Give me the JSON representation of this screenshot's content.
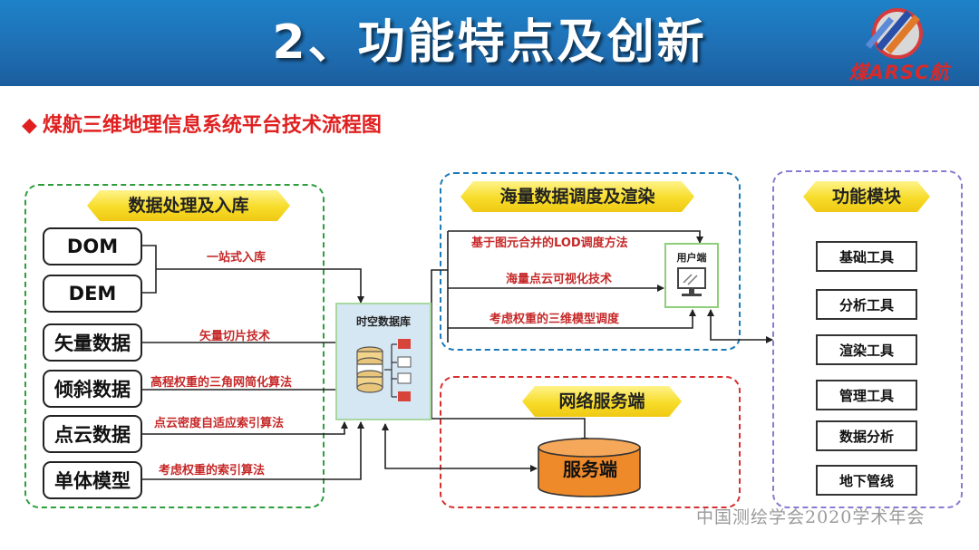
{
  "header": {
    "title": "2、功能特点及创新",
    "logo_text": "煤ARSC航"
  },
  "section": {
    "bullet": "◆",
    "title": "煤航三维地理信息系统平台技术流程图"
  },
  "panels": {
    "data_processing": {
      "title": "数据处理及入库",
      "border_color": "#2e9e3c"
    },
    "scheduling": {
      "title": "海量数据调度及渲染",
      "border_color": "#1d7ab8"
    },
    "network": {
      "title": "网络服务端",
      "border_color": "#d83030"
    },
    "functions": {
      "title": "功能模块",
      "border_color": "#8a7bd0"
    }
  },
  "inputs": [
    "DOM",
    "DEM",
    "矢量数据",
    "倾斜数据",
    "点云数据",
    "单体模型"
  ],
  "input_labels": [
    "一站式入库",
    "矢量切片技术",
    "高程权重的三角网简化算法",
    "点云密度自适应索引算法",
    "考虑权重的索引算法"
  ],
  "database": {
    "title": "时空数据库"
  },
  "scheduling_labels": [
    "基于图元合并的LOD调度方法",
    "海量点云可视化技术",
    "考虑权重的三维模型调度"
  ],
  "client": {
    "title": "用户端"
  },
  "server": {
    "label": "服务端"
  },
  "functions": [
    "基础工具",
    "分析工具",
    "渲染工具",
    "管理工具",
    "数据分析",
    "地下管线"
  ],
  "footer": "中国测绘学会2020学术年会",
  "colors": {
    "banner": "#1f6fb4",
    "title_red": "#e02020",
    "label_red": "#c62828",
    "ribbon_yellow": "#f7dc29",
    "server_orange": "#ef8a2b"
  }
}
